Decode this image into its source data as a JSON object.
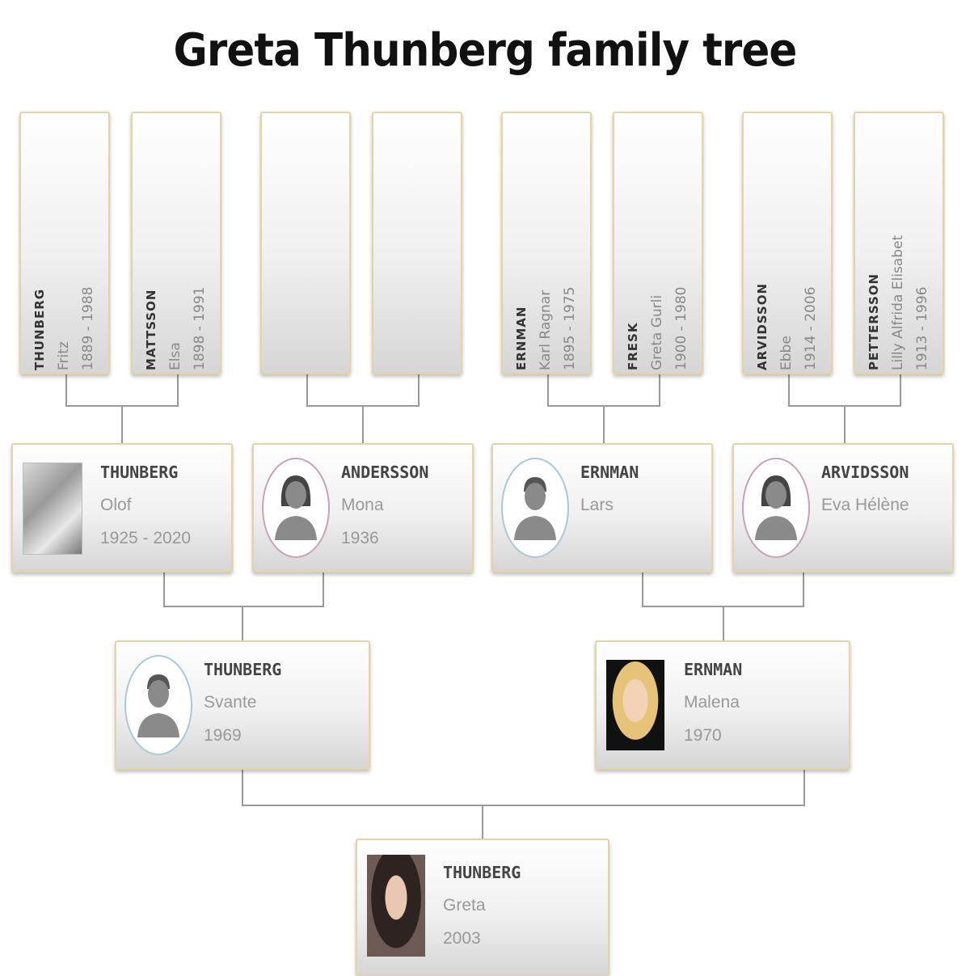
{
  "title": "Greta Thunberg family tree",
  "great_grandparents": [
    {
      "surname": "THUNBERG",
      "given": "Fritz",
      "dates": "1889 - 1988"
    },
    {
      "surname": "MATTSSON",
      "given": "Elsa",
      "dates": "1898 - 1991"
    },
    {
      "surname": "",
      "given": "",
      "dates": ""
    },
    {
      "surname": "",
      "given": "",
      "dates": ""
    },
    {
      "surname": "ERNMAN",
      "given": "Karl Ragnar",
      "dates": "1895 - 1975"
    },
    {
      "surname": "FRESK",
      "given": "Greta Gurli",
      "dates": "1900 - 1980"
    },
    {
      "surname": "ARVIDSSON",
      "given": "Ebbe",
      "dates": "1914 - 2006"
    },
    {
      "surname": "PETTERSSON",
      "given": "Lilly Alfrida Elisabet",
      "dates": "1913 - 1996"
    }
  ],
  "grandparents": [
    {
      "surname": "THUNBERG",
      "given": "Olof",
      "dates": "1925 - 2020",
      "portrait": "photo"
    },
    {
      "surname": "ANDERSSON",
      "given": "Mona",
      "dates": "1936",
      "portrait": "female-avatar-icon"
    },
    {
      "surname": "ERNMAN",
      "given": "Lars",
      "dates": "",
      "portrait": "male-avatar-icon"
    },
    {
      "surname": "ARVIDSSON",
      "given": "Eva Hélène",
      "dates": "",
      "portrait": "female-avatar-icon"
    }
  ],
  "parents": [
    {
      "surname": "THUNBERG",
      "given": "Svante",
      "dates": "1969",
      "portrait": "male-avatar-icon"
    },
    {
      "surname": "ERNMAN",
      "given": "Malena",
      "dates": "1970",
      "portrait": "photo"
    }
  ],
  "child": {
    "surname": "THUNBERG",
    "given": "Greta",
    "dates": "2003",
    "portrait": "photo"
  },
  "colors": {
    "card_border": "#e3d3a6",
    "connector": "#999999",
    "female_ring": "#c9a0b8",
    "male_ring": "#a9c8d8"
  }
}
